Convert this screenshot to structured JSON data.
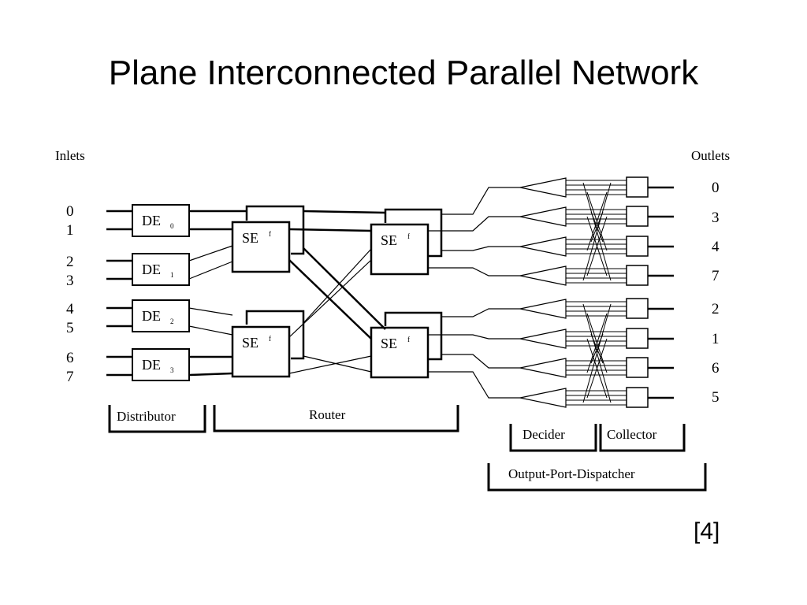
{
  "slide": {
    "title": "Plane Interconnected Parallel Network",
    "citation": "[4]"
  },
  "diagram": {
    "inlets_label": "Inlets",
    "outlets_label": "Outlets",
    "inlets": [
      "0",
      "1",
      "2",
      "3",
      "4",
      "5",
      "6",
      "7"
    ],
    "outlets": [
      "0",
      "3",
      "4",
      "7",
      "2",
      "1",
      "6",
      "5"
    ],
    "distributor_elements": [
      {
        "label": "DE",
        "sub": "0"
      },
      {
        "label": "DE",
        "sub": "1"
      },
      {
        "label": "DE",
        "sub": "2"
      },
      {
        "label": "DE",
        "sub": "3"
      }
    ],
    "switch_elements": [
      {
        "label": "SE",
        "sup": "f"
      },
      {
        "label": "SE",
        "sup": "f"
      },
      {
        "label": "SE",
        "sup": "f"
      },
      {
        "label": "SE",
        "sup": "f"
      }
    ],
    "sections": {
      "distributor": "Distributor",
      "router": "Router",
      "decider": "Decider",
      "collector": "Collector",
      "dispatcher": "Output-Port-Dispatcher"
    }
  }
}
